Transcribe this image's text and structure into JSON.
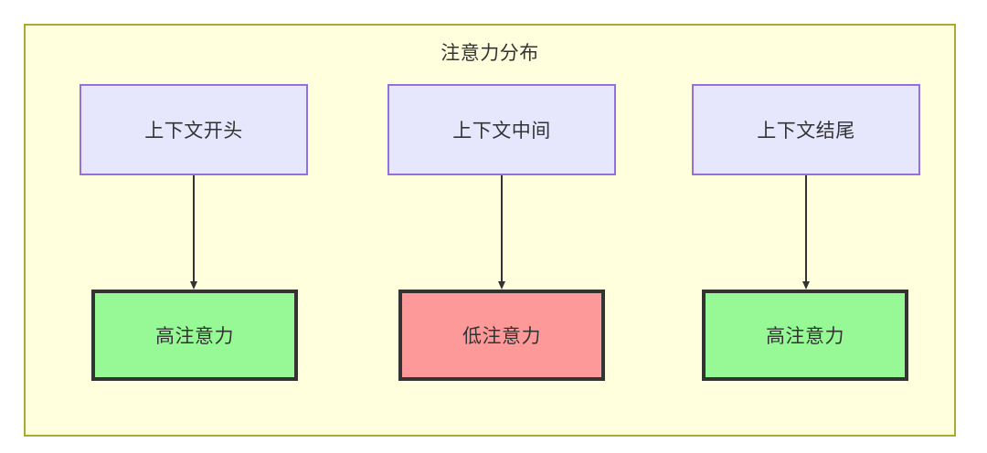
{
  "diagram": {
    "title": "注意力分布",
    "container": {
      "fill": "#ffffdd",
      "stroke": "#aaaa33"
    },
    "nodes": [
      {
        "id": "ctx-start",
        "label": "上下文开头",
        "row": "top",
        "fill": "#e6e6fd",
        "stroke": "#9370db"
      },
      {
        "id": "ctx-mid",
        "label": "上下文中间",
        "row": "top",
        "fill": "#e6e6fd",
        "stroke": "#9370db"
      },
      {
        "id": "ctx-end",
        "label": "上下文结尾",
        "row": "top",
        "fill": "#e6e6fd",
        "stroke": "#9370db"
      },
      {
        "id": "high-1",
        "label": "高注意力",
        "row": "bottom",
        "fill": "#96f996",
        "stroke": "#333333"
      },
      {
        "id": "low-1",
        "label": "低注意力",
        "row": "bottom",
        "fill": "#fd9a99",
        "stroke": "#333333"
      },
      {
        "id": "high-2",
        "label": "高注意力",
        "row": "bottom",
        "fill": "#96f996",
        "stroke": "#333333"
      }
    ],
    "edges": [
      {
        "id": "edge-1",
        "from": "ctx-start",
        "to": "high-1",
        "label": "",
        "style": "solid-arrow"
      },
      {
        "id": "edge-2",
        "from": "ctx-mid",
        "to": "low-1",
        "label": "",
        "style": "solid-arrow"
      },
      {
        "id": "edge-3",
        "from": "ctx-end",
        "to": "high-2",
        "label": "",
        "style": "solid-arrow"
      }
    ],
    "edge_color": "#333333"
  }
}
